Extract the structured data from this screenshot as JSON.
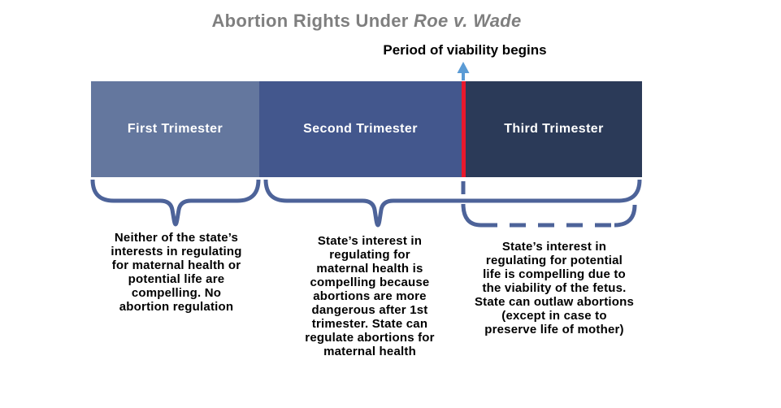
{
  "title": {
    "prefix": "Abortion Rights Under ",
    "case_name": "Roe v. Wade"
  },
  "viability": {
    "label": "Period of viability begins"
  },
  "timeline": {
    "segments": [
      {
        "label": "First Trimester",
        "color": "#64779e",
        "description": "Neither of the state’s\ninterests in regulating\nfor maternal health or\npotential life are\ncompelling. No\nabortion regulation"
      },
      {
        "label": "Second Trimester",
        "color": "#43578d",
        "description": "State’s interest in\nregulating for\nmaternal health is\ncompelling because\nabortions are more\ndangerous after 1st\ntrimester. State can\nregulate abortions for\nmaternal health"
      },
      {
        "label": "Third Trimester",
        "color": "#2b3a58",
        "description": "State’s interest in\nregulating for potential\nlife is compelling due to\nthe viability of the fetus.\nState can outlaw abortions\n(except in case to\npreserve life of mother)"
      }
    ]
  },
  "colors": {
    "title_gray": "#7f7f7f",
    "viability_line_red": "#e8192c",
    "arrow_blue": "#5b9bd5",
    "brace_blue": "#4d6399",
    "text_black": "#000000"
  }
}
